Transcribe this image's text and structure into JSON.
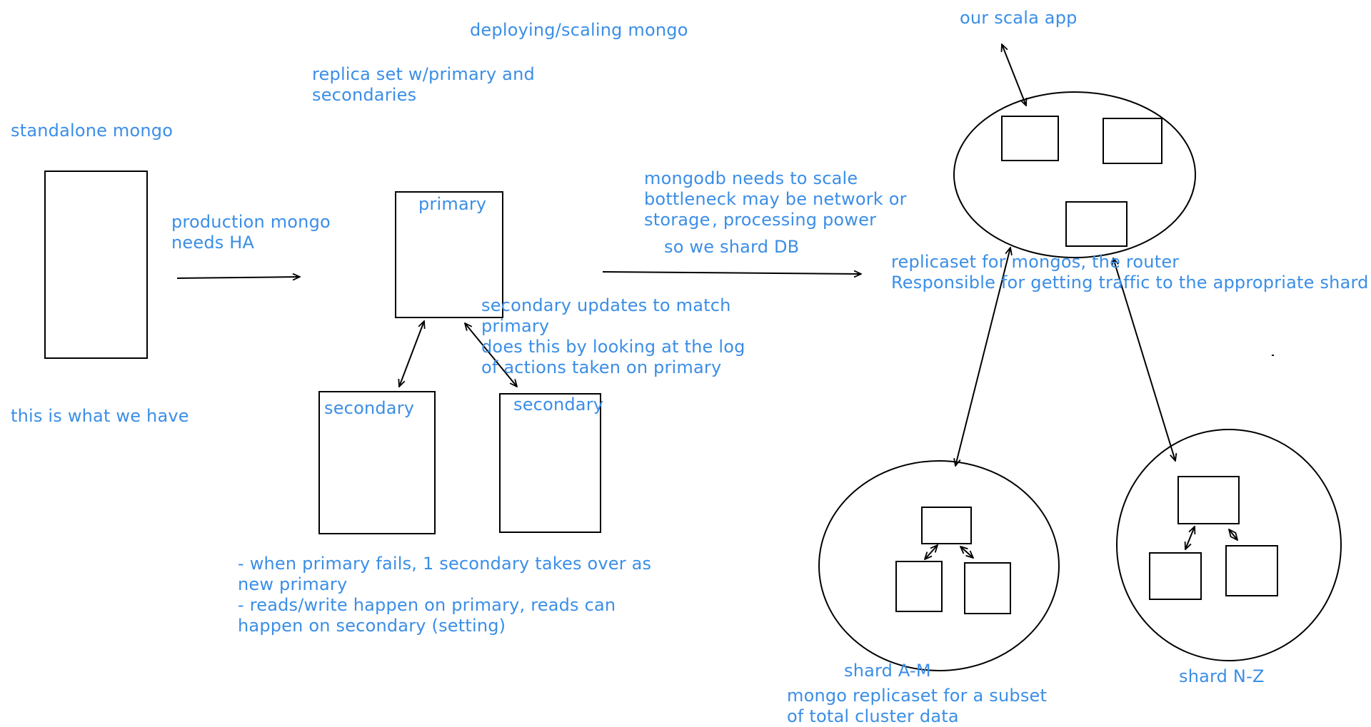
{
  "title": "deploying/scaling mongo",
  "colors": {
    "text": "#3b8ee6",
    "stroke": "#000000",
    "background": "#ffffff"
  },
  "standalone": {
    "title": "standalone mongo",
    "caption": "this is what we have"
  },
  "transition_ha": {
    "lines": [
      "production mongo",
      "needs HA"
    ]
  },
  "replica_set": {
    "title_lines": [
      "replica set w/primary and",
      "secondaries"
    ],
    "primary_label": "primary",
    "secondary_label_1": "secondary",
    "secondary_label_2": "secondary",
    "update_note_lines": [
      "secondary updates to match",
      "primary",
      "does this by looking at the log",
      "of actions taken on primary"
    ],
    "failover_note_lines": [
      "- when primary fails, 1 secondary takes over as",
      "new primary",
      "- reads/write happen on primary, reads can",
      "happen on secondary (setting)"
    ]
  },
  "transition_shard": {
    "lines": [
      "mongodb needs to scale",
      "bottleneck may be network or",
      "storage , processing power"
    ],
    "conclusion": "so we shard DB"
  },
  "sharded_cluster": {
    "app_label": "our scala app",
    "router_note_lines": [
      "replicaset for mongos, the router",
      "Responsible for getting traffic to the appropriate shard"
    ],
    "shard_a_label": "shard A-M",
    "shard_a_note_lines": [
      "mongo replicaset for a subset",
      "of total cluster data"
    ],
    "shard_b_label": "shard N-Z"
  }
}
